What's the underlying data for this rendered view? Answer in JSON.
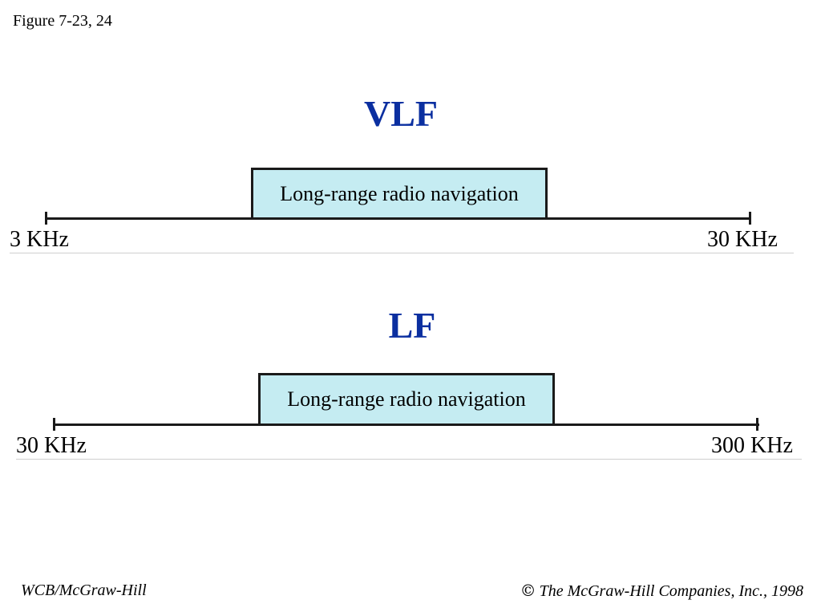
{
  "figure_label": "Figure 7-23, 24",
  "colors": {
    "title": "#0b2fa0",
    "box_fill": "#c5ecf2",
    "line": "#1a1a1a"
  },
  "bands": [
    {
      "title": "VLF",
      "box_label": "Long-range radio navigation",
      "start_label": "3 KHz",
      "end_label": "30 KHz"
    },
    {
      "title": "LF",
      "box_label": "Long-range radio navigation",
      "start_label": "30 KHz",
      "end_label": "300 KHz"
    }
  ],
  "footer": {
    "left": "WCB/McGraw-Hill",
    "copyright_symbol": "©",
    "right": "The McGraw-Hill Companies, Inc., 1998"
  }
}
